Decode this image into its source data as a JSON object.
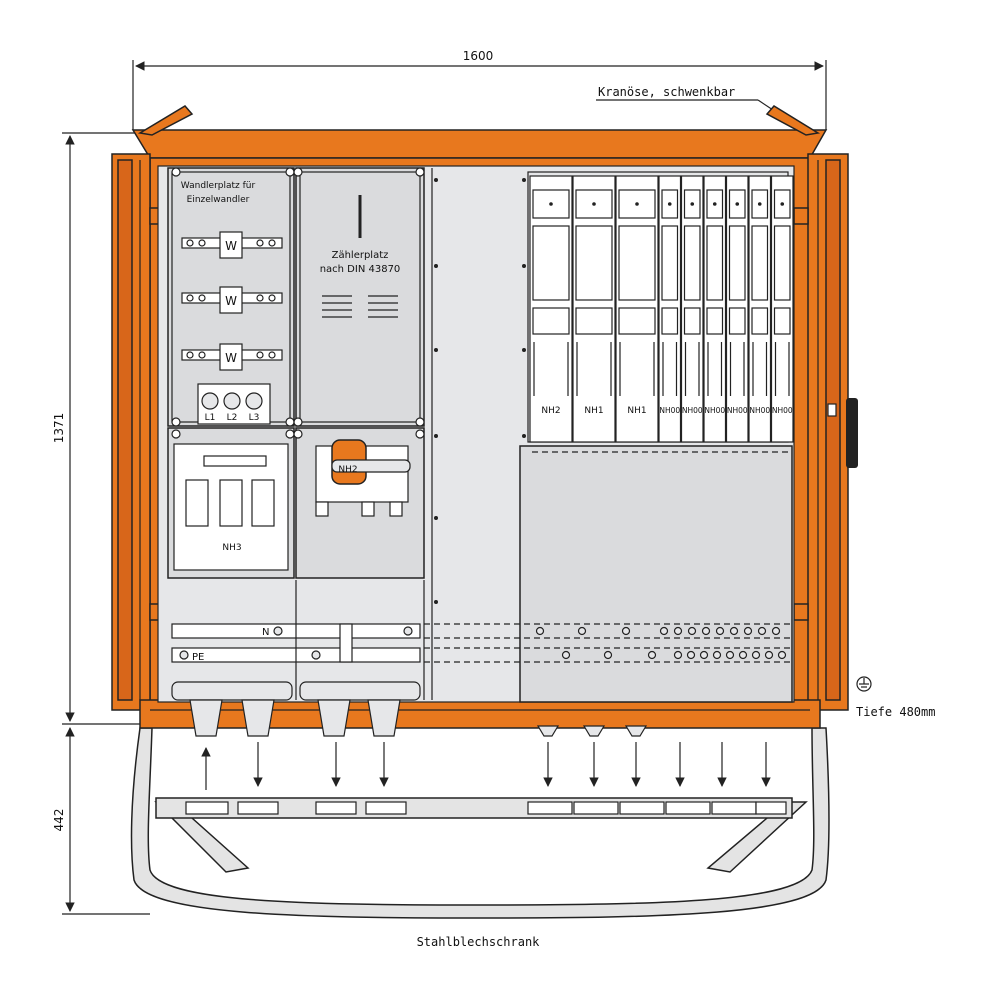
{
  "dimensions": {
    "width": "1600",
    "height": "1371",
    "stand_height": "442"
  },
  "annotations": {
    "crane_eye": "Kranöse, schwenkbar",
    "depth": "Tiefe 480mm",
    "material": "Stahlblechschrank"
  },
  "transformer_panel": {
    "title_line1": "Wandlerplatz für",
    "title_line2": "Einzelwandler",
    "w_label": "W",
    "phases": [
      "L1",
      "L2",
      "L3"
    ]
  },
  "meter_panel": {
    "title_line1": "Zählerplatz",
    "title_line2": "nach DIN 43870"
  },
  "fuse_labels": {
    "nh3": "NH3",
    "nh2_switch": "NH2"
  },
  "fuse_strips": [
    "NH2",
    "NH1",
    "NH1",
    "NH00",
    "NH00",
    "NH00",
    "NH00",
    "NH00",
    "NH00"
  ],
  "busbars": {
    "n_label": "N",
    "pe_label": "PE"
  },
  "colors": {
    "enclosure": "#e8781e",
    "panel": "#dadbdd",
    "stand": "#e4e4e4"
  },
  "icons": {
    "ground": "earth-ground-icon"
  }
}
